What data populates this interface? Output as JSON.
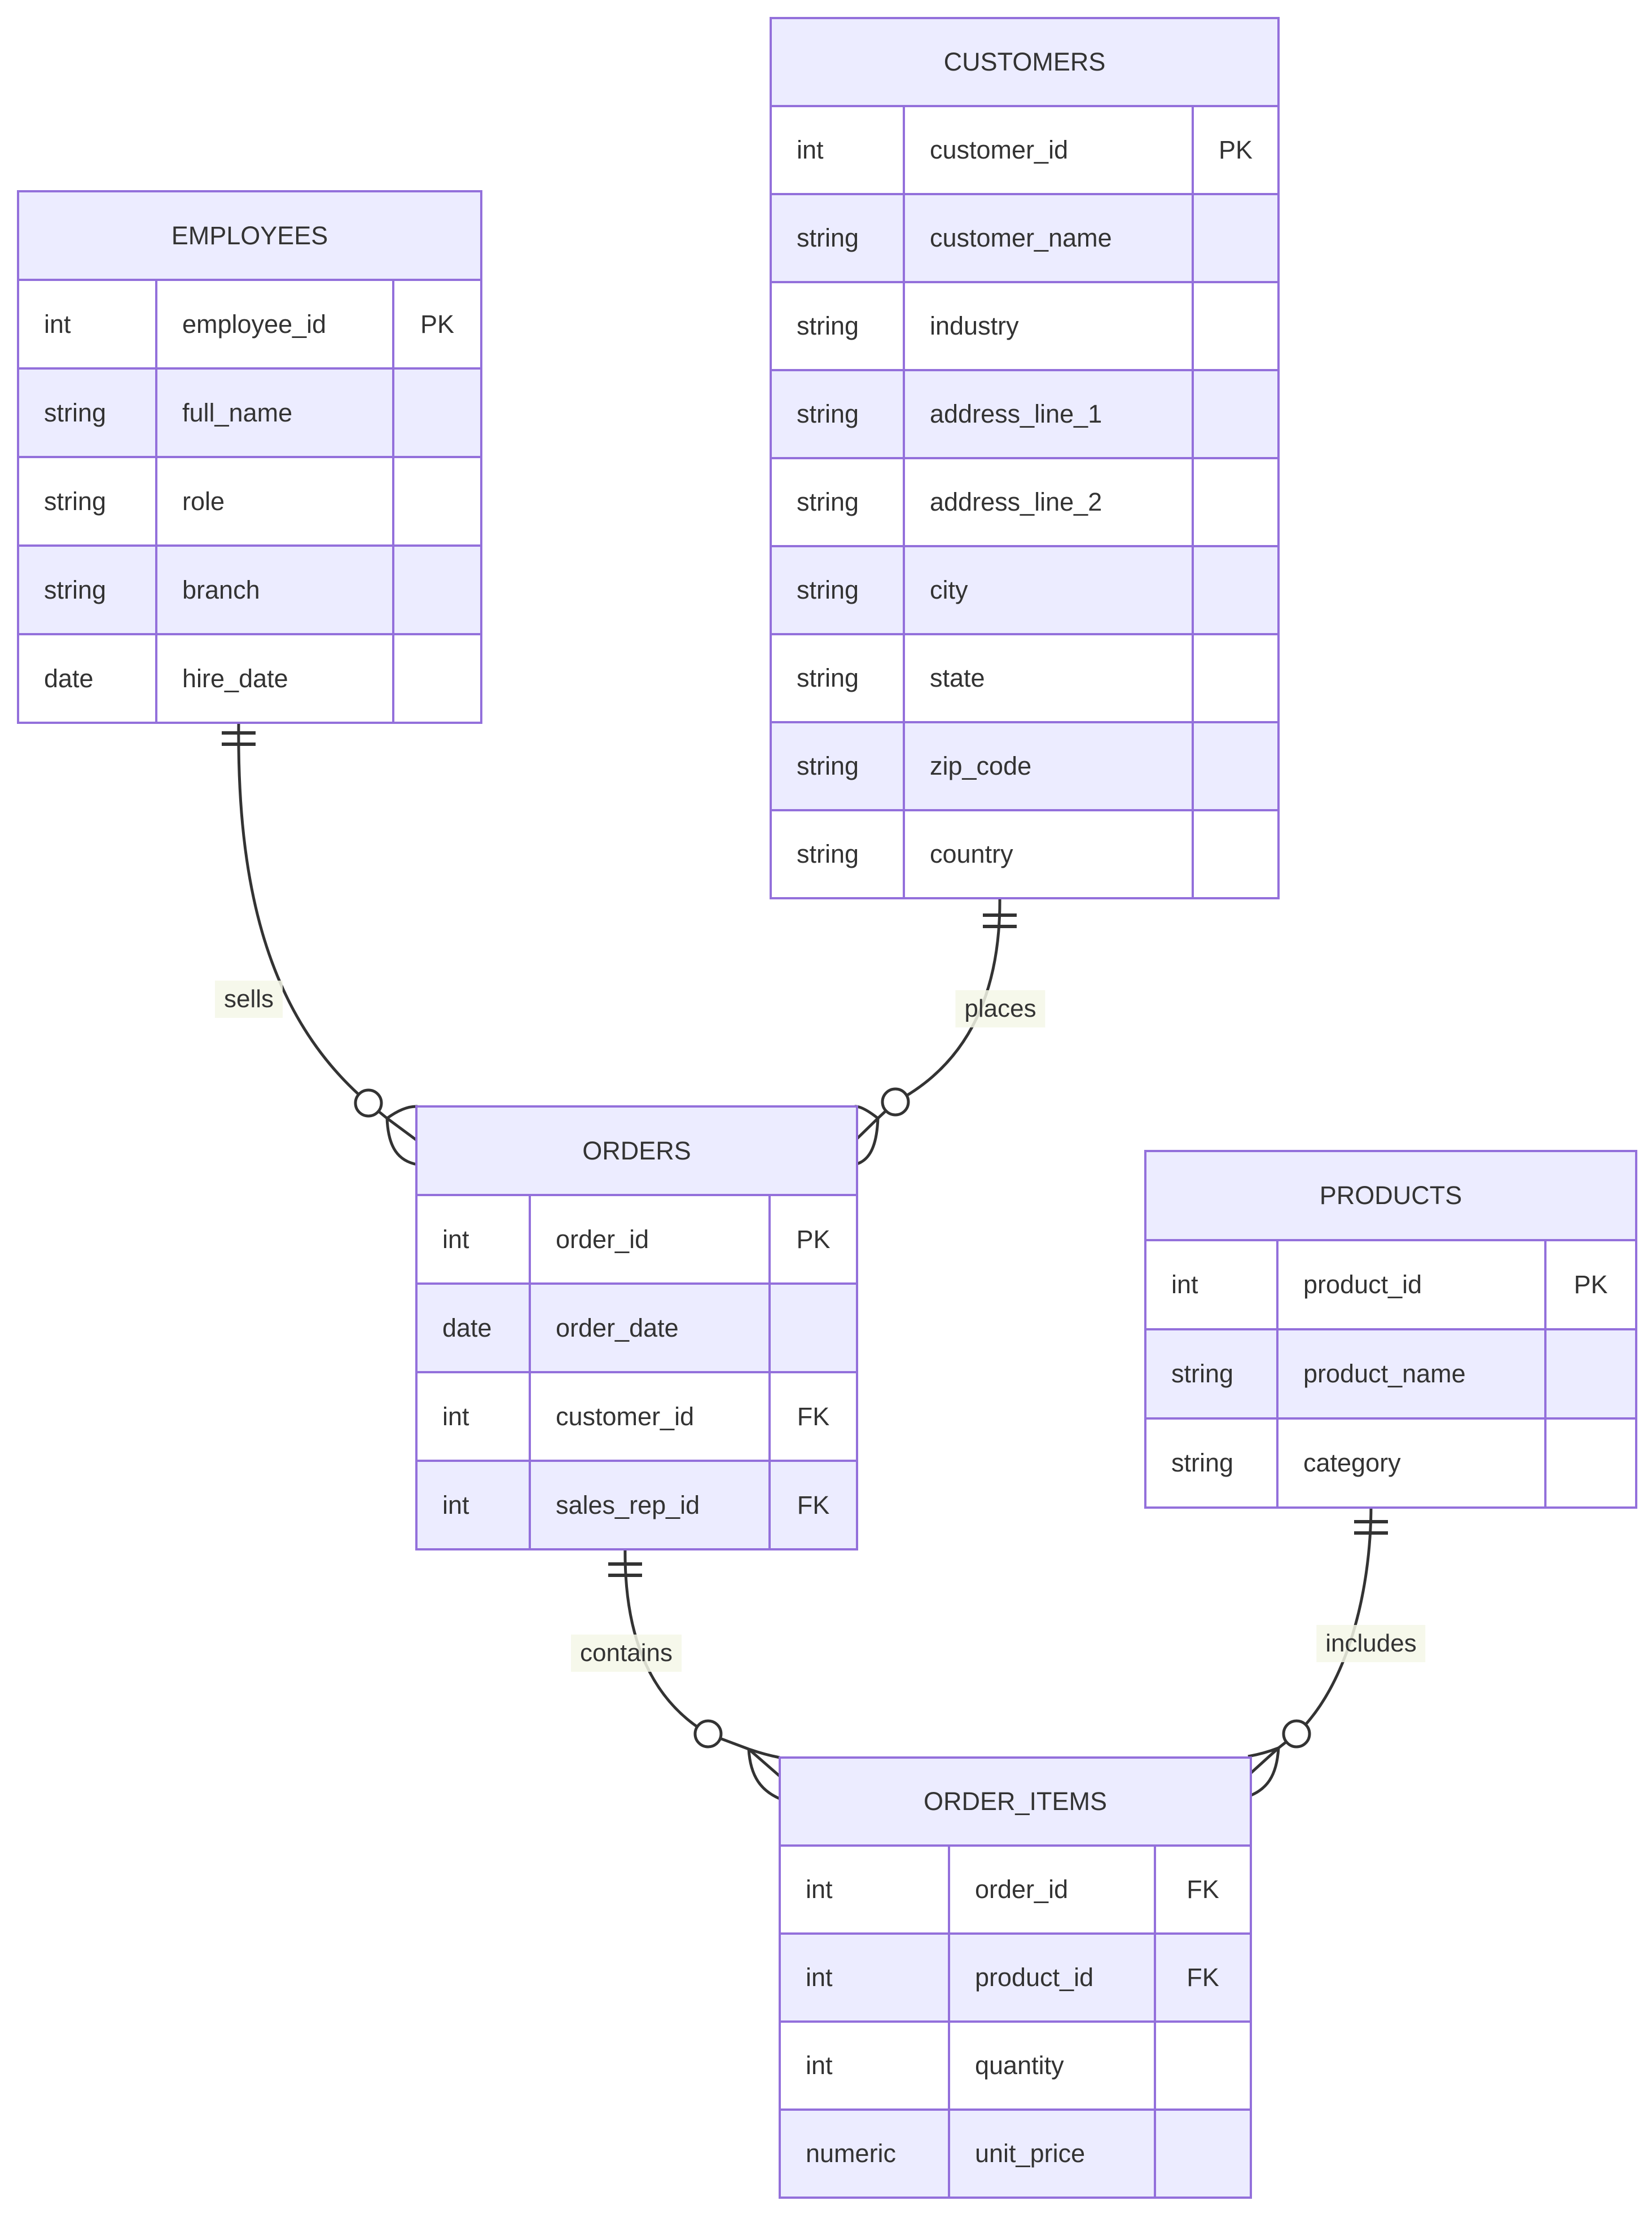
{
  "diagram": {
    "kind": "entity-relationship-diagram",
    "colors": {
      "entity_border": "#9370DB",
      "entity_header_fill": "#ECECFF",
      "row_even_fill": "#ECECFF",
      "row_odd_fill": "#ffffff",
      "line": "#333333",
      "text": "#333333",
      "label_background": "#f4f7e7"
    },
    "entities": [
      {
        "name": "EMPLOYEES",
        "rows": [
          {
            "type": "int",
            "name": "employee_id",
            "key": "PK"
          },
          {
            "type": "string",
            "name": "full_name",
            "key": ""
          },
          {
            "type": "string",
            "name": "role",
            "key": ""
          },
          {
            "type": "string",
            "name": "branch",
            "key": ""
          },
          {
            "type": "date",
            "name": "hire_date",
            "key": ""
          }
        ]
      },
      {
        "name": "CUSTOMERS",
        "rows": [
          {
            "type": "int",
            "name": "customer_id",
            "key": "PK"
          },
          {
            "type": "string",
            "name": "customer_name",
            "key": ""
          },
          {
            "type": "string",
            "name": "industry",
            "key": ""
          },
          {
            "type": "string",
            "name": "address_line_1",
            "key": ""
          },
          {
            "type": "string",
            "name": "address_line_2",
            "key": ""
          },
          {
            "type": "string",
            "name": "city",
            "key": ""
          },
          {
            "type": "string",
            "name": "state",
            "key": ""
          },
          {
            "type": "string",
            "name": "zip_code",
            "key": ""
          },
          {
            "type": "string",
            "name": "country",
            "key": ""
          }
        ]
      },
      {
        "name": "ORDERS",
        "rows": [
          {
            "type": "int",
            "name": "order_id",
            "key": "PK"
          },
          {
            "type": "date",
            "name": "order_date",
            "key": ""
          },
          {
            "type": "int",
            "name": "customer_id",
            "key": "FK"
          },
          {
            "type": "int",
            "name": "sales_rep_id",
            "key": "FK"
          }
        ]
      },
      {
        "name": "PRODUCTS",
        "rows": [
          {
            "type": "int",
            "name": "product_id",
            "key": "PK"
          },
          {
            "type": "string",
            "name": "product_name",
            "key": ""
          },
          {
            "type": "string",
            "name": "category",
            "key": ""
          }
        ]
      },
      {
        "name": "ORDER_ITEMS",
        "rows": [
          {
            "type": "int",
            "name": "order_id",
            "key": "FK"
          },
          {
            "type": "int",
            "name": "product_id",
            "key": "FK"
          },
          {
            "type": "int",
            "name": "quantity",
            "key": ""
          },
          {
            "type": "numeric",
            "name": "unit_price",
            "key": ""
          }
        ]
      }
    ],
    "relationships": [
      {
        "label": "sells",
        "from": "EMPLOYEES",
        "to": "ORDERS",
        "from_cardinality": "exactly-one",
        "to_cardinality": "zero-or-many"
      },
      {
        "label": "places",
        "from": "CUSTOMERS",
        "to": "ORDERS",
        "from_cardinality": "exactly-one",
        "to_cardinality": "zero-or-many"
      },
      {
        "label": "contains",
        "from": "ORDERS",
        "to": "ORDER_ITEMS",
        "from_cardinality": "exactly-one",
        "to_cardinality": "zero-or-many"
      },
      {
        "label": "includes",
        "from": "PRODUCTS",
        "to": "ORDER_ITEMS",
        "from_cardinality": "exactly-one",
        "to_cardinality": "zero-or-many"
      }
    ]
  }
}
